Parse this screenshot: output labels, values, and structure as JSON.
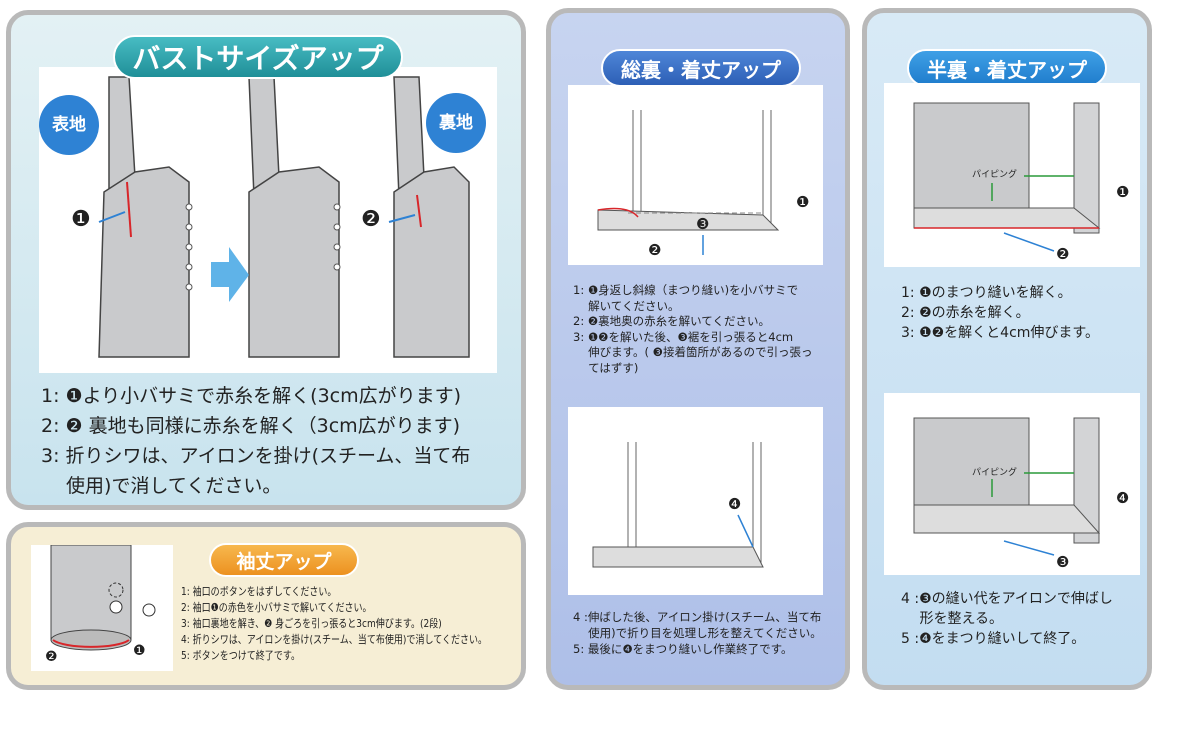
{
  "bust": {
    "title": "バストサイズアップ",
    "badge_front": "表地",
    "badge_back": "裏地",
    "markers": [
      "❶",
      "❷"
    ],
    "steps": [
      "1: ❶より小バサミで赤糸を解く(3cm広がります)",
      "2: ❷ 裏地も同様に赤糸を解く（3cm広がります)",
      "3: 折りシワは、アイロンを掛け(スチーム、当て布",
      "　 使用)で消してください。"
    ]
  },
  "sleeve": {
    "title": "袖丈アップ",
    "markers": [
      "❶",
      "❷"
    ],
    "steps": [
      "1: 袖口のボタンをはずしてください。",
      "2: 袖口❶の赤色を小バサミで解いてください。",
      "3: 袖口裏地を解き、❷ 身ごろを引っ張ると3cm伸びます。(2段)",
      "4: 折りシワは、アイロンを掛け(スチーム、当て布使用)で消してください。",
      "5: ボタンをつけて終了です。"
    ]
  },
  "full_lining": {
    "title": "総裏・着丈アップ",
    "markers_top": [
      "❶",
      "❷",
      "❸"
    ],
    "marker_bottom": "❹",
    "steps_top": [
      "1: ❶身返し斜線（まつり縫い)を小バサミで",
      "　 解いてください。",
      "2: ❷裏地奥の赤糸を解いてください。",
      "3: ❶❷を解いた後、❸裾を引っ張ると4cm",
      "　 伸びます。( ❸接着箇所があるので引っ張っ",
      "　 てはずす)"
    ],
    "steps_bottom": [
      "4 :伸ばした後、アイロン掛け(スチーム、当て布",
      "　 使用)で折り目を処理し形を整えてください。",
      "5: 最後に❹をまつり縫いし作業終了です。"
    ]
  },
  "half_lining": {
    "title": "半裏・着丈アップ",
    "piping_label": "パイピング",
    "markers_top": [
      "❶",
      "❷"
    ],
    "markers_bottom": [
      "❹",
      "❸"
    ],
    "steps_top": [
      "1: ❶のまつり縫いを解く。",
      "2: ❷の赤糸を解く。",
      "3: ❶❷を解くと4cm伸びます。"
    ],
    "steps_bottom": [
      "4 :❸の縫い代をアイロンで伸ばし",
      "　 形を整える。",
      "5 :❹をまつり縫いして終了。"
    ]
  },
  "colors": {
    "bust_bg": "#d3e9f0",
    "sleeve_bg": "#f6eed5",
    "full_bg": "#b9c9ec",
    "half_bg": "#cde3f3",
    "teal": "#2aa5ad",
    "orange": "#f0a43a",
    "blue": "#3f74c9",
    "thread": "#d8262a",
    "arrow": "#2e82d4"
  }
}
